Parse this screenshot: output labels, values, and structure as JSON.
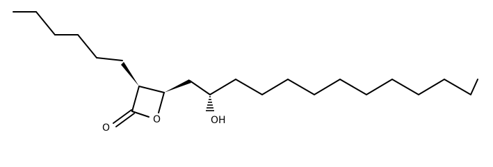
{
  "diagram": {
    "type": "skeletal-chemical-structure",
    "atom_labels": {
      "carbonyl_oxygen": "O",
      "ring_oxygen": "O",
      "hydroxyl": "OH"
    }
  }
}
